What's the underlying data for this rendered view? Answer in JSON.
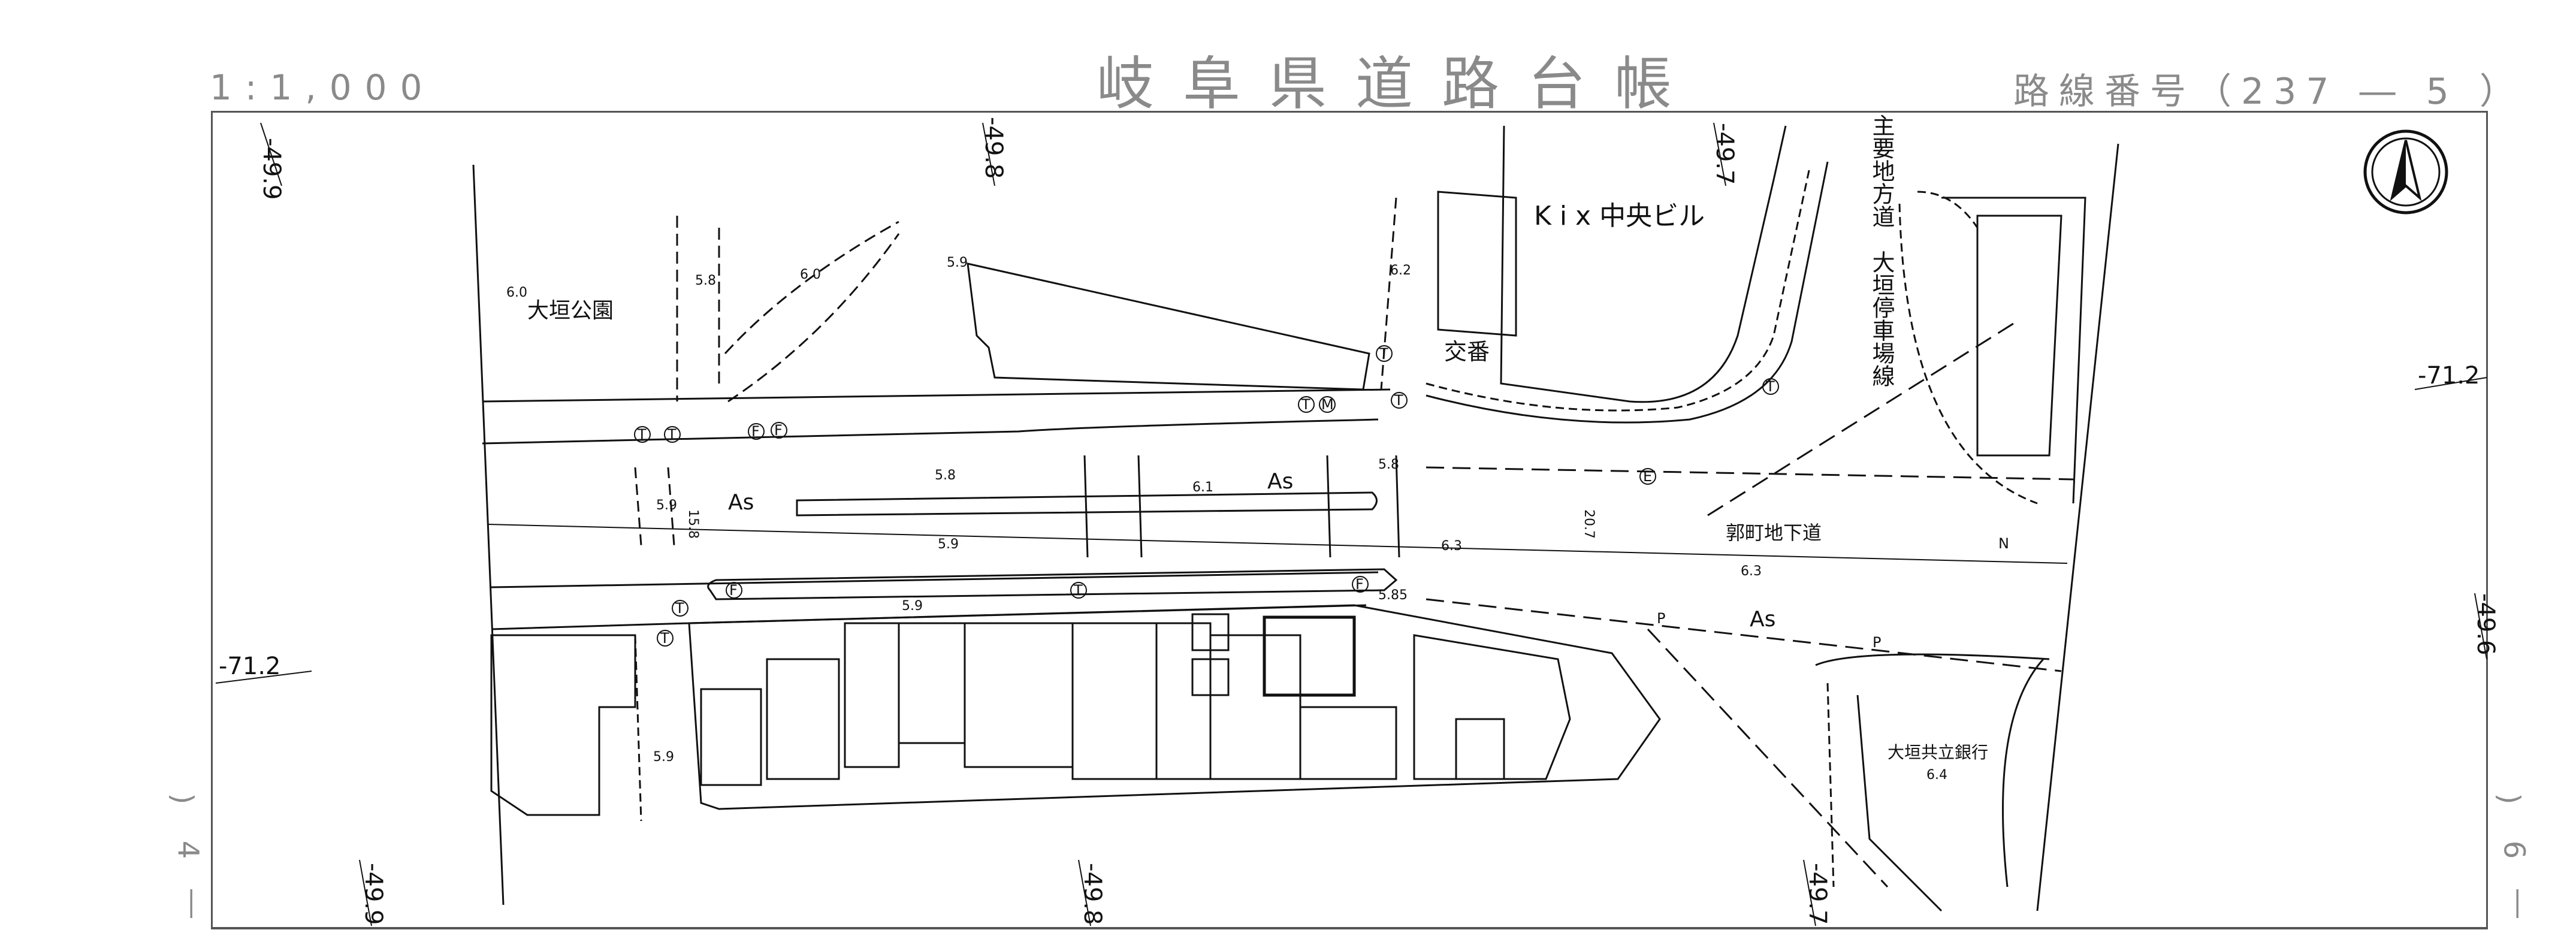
{
  "header": {
    "scale": "1:1,000",
    "title": "岐阜県道路台帳",
    "route_number": "路線番号（237 ― 5 ）"
  },
  "side_marks": {
    "left": {
      "paren": ")",
      "number": "4",
      "dash": "―"
    },
    "right": {
      "paren": ")",
      "number": "6",
      "dash": "―"
    }
  },
  "grid_labels": {
    "top_1": "-49.9",
    "top_2": "-49.8",
    "top_3": "-49.7",
    "bottom_1": "-49.9",
    "bottom_2": "-49.8",
    "bottom_3": "-49.7",
    "left_y": "-71.2",
    "right_y": "-71.2",
    "right_x": "-49.6"
  },
  "places": {
    "park": "大垣公園",
    "building": "K i x 中央ビル",
    "koban": "交番",
    "road_vertical": "主要地方道　大垣停車場線",
    "underpass": "郭町地下道",
    "bank": "大垣共立銀行"
  },
  "surface_labels": {
    "as_1": "As",
    "as_2": "As",
    "as_3": "As"
  },
  "elevations": {
    "e1": "6.0",
    "e2": "5.8",
    "e3": "6.0",
    "e4": "5.9",
    "e5": "6.2",
    "e6": "5.8",
    "e7": "5.8",
    "e8": "5.9",
    "e9": "6.1",
    "e10": "5.9",
    "e11": "5.9",
    "e12": "5.85",
    "e13": "5.9",
    "e14": "6.3",
    "e15": "6.3",
    "e16": "6.4",
    "width": "15.8",
    "width2": "20.7"
  },
  "symbols": {
    "T": "T",
    "F": "F",
    "M": "M",
    "E": "E",
    "P": "P",
    "N": "N"
  },
  "colors": {
    "ink": "#111111",
    "header_gray": "#8a8a8a",
    "frame": "#555555"
  },
  "north_arrow_icon": "north-arrow-icon"
}
